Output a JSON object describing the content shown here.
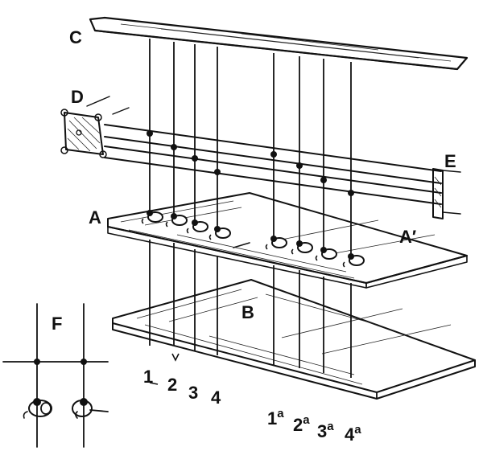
{
  "labels": {
    "c": "C",
    "d": "D",
    "e": "E",
    "a": "A",
    "a_prime": "A′",
    "b": "B",
    "f": "F"
  },
  "cords_left": [
    "1",
    "2",
    "3",
    "4"
  ],
  "cords_right": [
    "1",
    "2",
    "3",
    "4"
  ],
  "superscript": "a",
  "colors": {
    "ink": "#111111",
    "paper": "#ffffff"
  }
}
